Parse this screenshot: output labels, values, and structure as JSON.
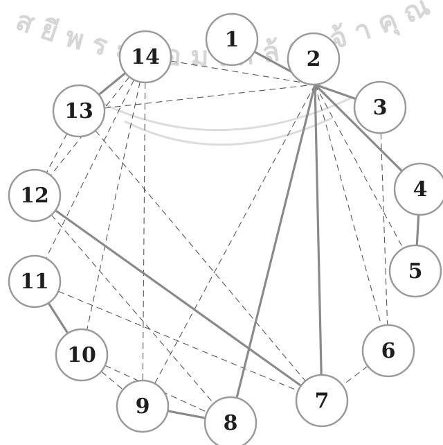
{
  "watermark": {
    "text": "ส ยี พ ร ะ จ อ ม เ ก ล้ า เ จ้ า คุ ณ ท"
  },
  "graph": {
    "nodes": [
      {
        "id": "1",
        "label": "1"
      },
      {
        "id": "2",
        "label": "2"
      },
      {
        "id": "3",
        "label": "3"
      },
      {
        "id": "4",
        "label": "4"
      },
      {
        "id": "5",
        "label": "5"
      },
      {
        "id": "6",
        "label": "6"
      },
      {
        "id": "7",
        "label": "7"
      },
      {
        "id": "8",
        "label": "8"
      },
      {
        "id": "9",
        "label": "9"
      },
      {
        "id": "10",
        "label": "10"
      },
      {
        "id": "11",
        "label": "11"
      },
      {
        "id": "12",
        "label": "12"
      },
      {
        "id": "13",
        "label": "13"
      },
      {
        "id": "14",
        "label": "14"
      }
    ],
    "solid_edges": [
      [
        "1",
        "2"
      ],
      [
        "2",
        "3"
      ],
      [
        "2",
        "4"
      ],
      [
        "2",
        "7"
      ],
      [
        "2",
        "8"
      ],
      [
        "4",
        "5"
      ],
      [
        "8",
        "9"
      ],
      [
        "10",
        "11"
      ],
      [
        "12",
        "7"
      ],
      [
        "13",
        "14"
      ]
    ],
    "dashed_edges": [
      [
        "14",
        "2"
      ],
      [
        "13",
        "2"
      ],
      [
        "2",
        "5"
      ],
      [
        "2",
        "6"
      ],
      [
        "2",
        "7"
      ],
      [
        "2",
        "9"
      ],
      [
        "3",
        "6"
      ],
      [
        "6",
        "7"
      ],
      [
        "14",
        "12"
      ],
      [
        "14",
        "10"
      ],
      [
        "14",
        "9"
      ],
      [
        "14",
        "11"
      ],
      [
        "13",
        "12"
      ],
      [
        "13",
        "7"
      ],
      [
        "12",
        "8"
      ],
      [
        "11",
        "7"
      ],
      [
        "10",
        "8"
      ],
      [
        "10",
        "9"
      ]
    ]
  }
}
